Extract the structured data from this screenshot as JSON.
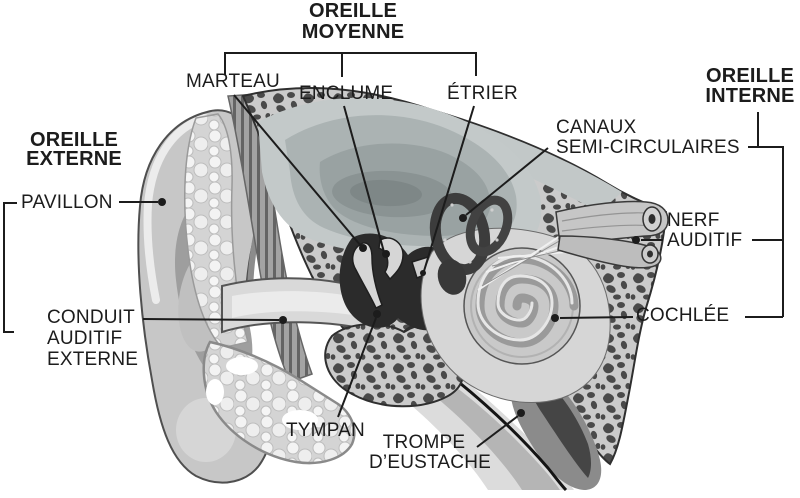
{
  "region_titles": {
    "middle": "OREILLE\nMOYENNE",
    "outer": "OREILLE\nEXTERNE",
    "inner": "OREILLE\nINTERNE"
  },
  "labels": {
    "marteau": "MARTEAU",
    "enclume": "ENCLUME",
    "etrier": "ÉTRIER",
    "pavillon": "PAVILLON",
    "conduit": "CONDUIT\nAUDITIF\nEXTERNE",
    "tympan": "TYMPAN",
    "trompe": "TROMPE\nD’EUSTACHE",
    "canaux": "CANAUX\nSEMI-CIRCULAIRES",
    "nerf": "NERF\nAUDITIF",
    "cochlee": "COCHLÉE"
  },
  "colors": {
    "ink": "#1c1c1c",
    "background": "#ffffff",
    "bone_fill": "#cbcbcb",
    "bone_speckle": "#4a4a4a",
    "cavity_dark": "#2b2b2b",
    "soft_gray": "#a9b1b1"
  }
}
